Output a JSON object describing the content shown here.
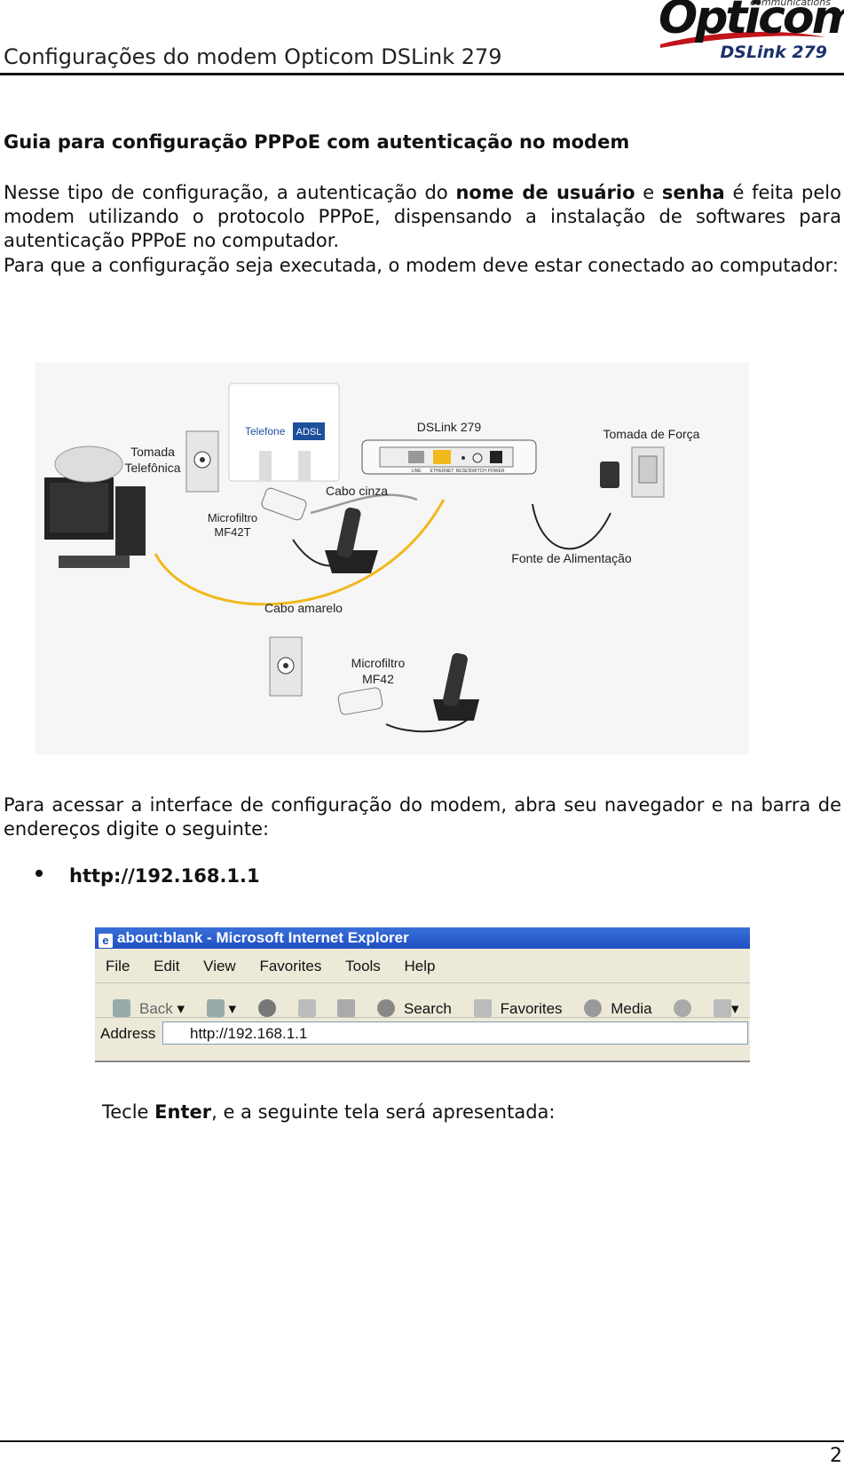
{
  "header": {
    "title": "Configurações do modem Opticom DSLink 279",
    "logo_text": "Opticom",
    "logo_sub": "communications",
    "logo_model": "DSLink 279"
  },
  "section_title": "Guia para configuração PPPoE com autenticação no modem",
  "intro": {
    "p1_a": "Nesse tipo de configuração, a autenticação do ",
    "p1_b": "nome de usuário",
    "p1_c": " e ",
    "p1_d": "senha",
    "p1_e": " é feita pelo modem utilizando o protocolo PPPoE, dispensando a instalação de softwares para autenticação PPPoE no computador.",
    "p2": "Para que a configuração seja executada, o modem deve estar conectado ao computador:"
  },
  "diagram": {
    "labels": {
      "tomada_telefonica_1": "Tomada",
      "tomada_telefonica_2": "Telefônica",
      "telefone": "Telefone",
      "adsl": "ADSL",
      "dslink": "DSLink 279",
      "tomada_forca": "Tomada de Força",
      "cabo_cinza": "Cabo cinza",
      "microfiltro_t_1": "Microfiltro",
      "microfiltro_t_2": "MF42T",
      "fonte": "Fonte de Alimentação",
      "cabo_amarelo": "Cabo amarelo",
      "microfiltro_1": "Microfiltro",
      "microfiltro_2": "MF42",
      "port_line": "LINE",
      "port_ethernet": "ETHERNET",
      "port_reset": "RESET",
      "port_switch": "SWITCH",
      "port_power": "POWER"
    },
    "colors": {
      "yellow_cable": "#f2b81c",
      "gray_cable": "#9a9a9a",
      "adsl_blue": "#1d4f9c"
    }
  },
  "access": {
    "text": "Para acessar a interface de configuração do modem, abra seu navegador e na barra de endereços digite o seguinte:",
    "url": "http://192.168.1.1"
  },
  "browser": {
    "title": "about:blank - Microsoft Internet Explorer",
    "menu": [
      "File",
      "Edit",
      "View",
      "Favorites",
      "Tools",
      "Help"
    ],
    "back": "Back",
    "search": "Search",
    "favorites": "Favorites",
    "media": "Media",
    "address_label": "Address",
    "address_value": "http://192.168.1.1"
  },
  "enter": {
    "a": "Tecle ",
    "b": "Enter",
    "c": ", e a seguinte tela será apresentada:"
  },
  "footer": {
    "page_number": "2"
  }
}
